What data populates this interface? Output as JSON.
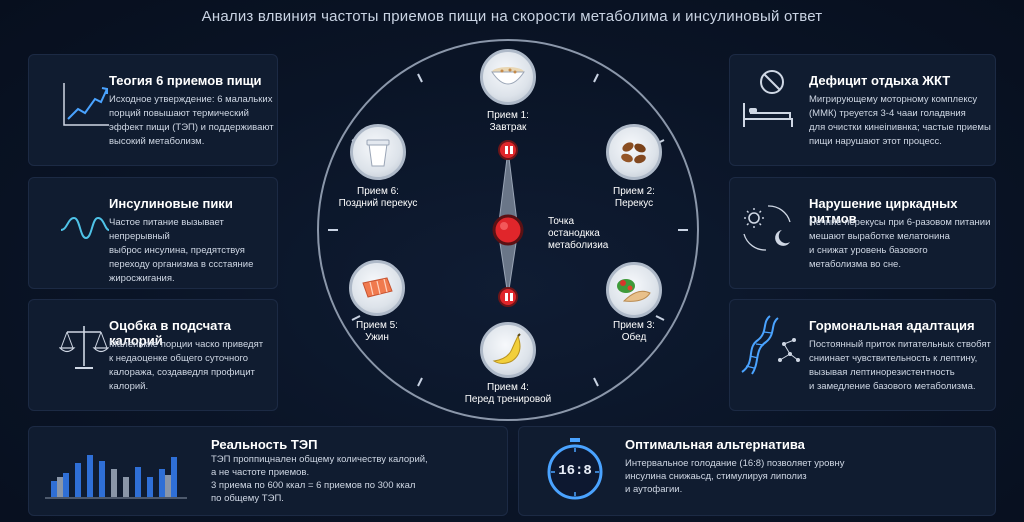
{
  "subtitle": "Анализ влвиния частоты приемов пищи на скорости метаболима и инсулиновый ответ",
  "left_cards": [
    {
      "title": "Теогия 6 приемов пищи",
      "text": [
        "Исходное утверждение: 6 малальких",
        "порций повышают термический",
        "эффект пищи (ТЭП) и поддерживают",
        "высокий метаболизм."
      ]
    },
    {
      "title": "Инсулиновые пики",
      "text": [
        "Частое питание вызывает непрерывный",
        "выброс инсулина, предятствуя",
        "переходу организма в сcстаяние",
        "жиросжигания."
      ]
    },
    {
      "title": "Оцобка в подсчата калорий",
      "text": [
        "Маленькие порции часко приведят",
        "к недаоценке общего суточного",
        "калоража, создаведля профицит",
        "калорий."
      ]
    }
  ],
  "right_cards": [
    {
      "title": "Дефицит отдыха ЖКТ",
      "text": [
        "Мигрирующему моторному комплексу",
        "(ММК) треуется 3-4 чааи голадвния",
        "для очистки кинеinивнка; частые приемы",
        "пищи нарушают этот процесс."
      ]
    },
    {
      "title": "Нарушение циркадных ритмов",
      "text": [
        "Нечние перекусы при 6-разовом питании",
        "мешают выработке мелатонина",
        "и снижат уровень базового",
        "метаболизма во сне."
      ]
    },
    {
      "title": "Гормональная адалтация",
      "text": [
        "Постоянный приток питательных ствобят",
        "сниинает чувствительность к лептину,",
        "вызывая лептинорезистентность",
        "и замедление базового метаболизма."
      ]
    }
  ],
  "bottom_left": {
    "title": "Реальность ТЭП",
    "text": [
      "ТЭП проппицнален общему количеству калорий,",
      "а не частоте приемов.",
      "3 приема по 600 ккал  =  6 приемов по 300 ккал",
      "по общему ТЭП."
    ]
  },
  "bottom_right": {
    "title": "Оптимальная альтернатива",
    "text": [
      "Интервальное голодание (16:8) позволяет уровну",
      "инсулина снижаьсд, стимулируя липолиз",
      "и аутофагии."
    ],
    "clock_value": "16:8"
  },
  "clock": {
    "center_label": [
      "Точка",
      "останодкка",
      "метаболизиа"
    ],
    "meals": [
      {
        "name": "Прием 1:",
        "desc": "Завтрак",
        "icon": "oatmeal-bowl-icon"
      },
      {
        "name": "Прием 2:",
        "desc": "Перекус",
        "icon": "almonds-icon"
      },
      {
        "name": "Прием 3:",
        "desc": "Обед",
        "icon": "salad-chicken-icon"
      },
      {
        "name": "Прием 4:",
        "desc": "Перед тренировой",
        "icon": "banana-icon"
      },
      {
        "name": "Прием 5:",
        "desc": "Ужин",
        "icon": "salmon-icon"
      },
      {
        "name": "Прием 6:",
        "desc": "Поздний перекус",
        "icon": "yogurt-icon"
      }
    ]
  },
  "colors": {
    "background": "#0a1426",
    "card": "#101c30",
    "accent_blue": "#4aa3ff",
    "stop_red": "#e0262b"
  }
}
